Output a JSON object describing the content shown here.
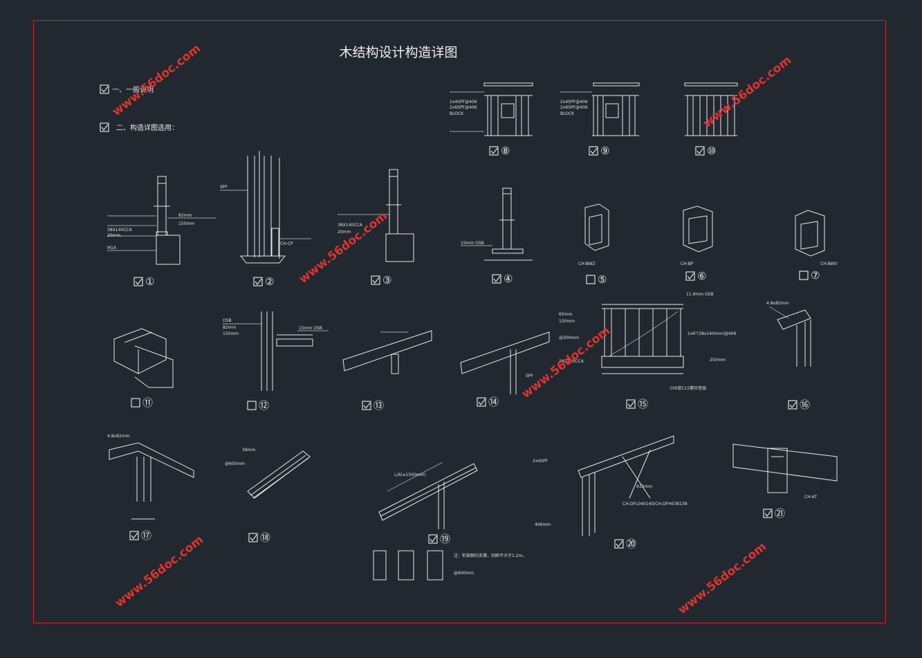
{
  "title": "木结构设计构造详图",
  "notes": [
    {
      "label": "一、一般说明",
      "checked": true
    },
    {
      "label": "二、构造详图选用：",
      "checked": true
    }
  ],
  "details": [
    {
      "num": "⑧",
      "checked": true,
      "labels": [
        "2x4SPF@406",
        "2x6SPF@406",
        "BLOCK"
      ]
    },
    {
      "num": "⑨",
      "checked": true,
      "labels": [
        "2x4SPF@406",
        "2x6SPF@406",
        "BLOCK"
      ]
    },
    {
      "num": "⑩",
      "checked": true,
      "labels": []
    },
    {
      "num": "①",
      "checked": true,
      "labels": [
        "82mm",
        "150mm",
        "38X140CCA",
        "20mm",
        "M14"
      ]
    },
    {
      "num": "②",
      "checked": true,
      "labels": [
        "SPF",
        "CH-CP"
      ]
    },
    {
      "num": "③",
      "checked": true,
      "labels": [
        "38X140CCA",
        "20mm"
      ]
    },
    {
      "num": "④",
      "checked": true,
      "labels": [
        "15mm OSB"
      ]
    },
    {
      "num": "⑤",
      "checked": false,
      "labels": [
        "CH-BWZ"
      ]
    },
    {
      "num": "⑥",
      "checked": true,
      "labels": [
        "CH-BP"
      ]
    },
    {
      "num": "⑦",
      "checked": false,
      "labels": [
        "CH-BWV"
      ]
    },
    {
      "num": "⑪",
      "checked": false,
      "labels": []
    },
    {
      "num": "⑫",
      "checked": false,
      "labels": [
        "OSB",
        "82mm",
        "150mm",
        "15mm OSB"
      ]
    },
    {
      "num": "⑬",
      "checked": true,
      "labels": []
    },
    {
      "num": "⑭",
      "checked": true,
      "labels": [
        "SPF"
      ]
    },
    {
      "num": "⑮",
      "checked": true,
      "labels": [
        "11.9mm OSB",
        "2x6\"(38x140mm)@406",
        "65mm",
        "150mm",
        "@300mm",
        "38X140CCA",
        "100厚C15素砼垫层",
        "250mm"
      ]
    },
    {
      "num": "⑯",
      "checked": true,
      "labels": [
        "4.8x82mm"
      ]
    },
    {
      "num": "⑰",
      "checked": true,
      "labels": [
        "4.8x82mm"
      ]
    },
    {
      "num": "⑱",
      "checked": true,
      "labels": [
        "38mm",
        "@600mm"
      ]
    },
    {
      "num": "⑲",
      "checked": true,
      "labels": [
        "L/6(≤1500mm)",
        "注：桁架侧向支撑，间距不大于1.2m，",
        "@600mm"
      ]
    },
    {
      "num": "⑳",
      "checked": true,
      "labels": [
        "2x4SPF",
        "CH-DFL040140/CH-DFH038138",
        "406mm",
        "610mm"
      ]
    },
    {
      "num": "㉑",
      "checked": true,
      "labels": [
        "CH-AT"
      ]
    }
  ],
  "watermark": "www.56doc.com",
  "colors": {
    "background": "#212830",
    "frame": "#c8282d",
    "line": "#e8e8e8",
    "watermark": "#e0332e"
  }
}
